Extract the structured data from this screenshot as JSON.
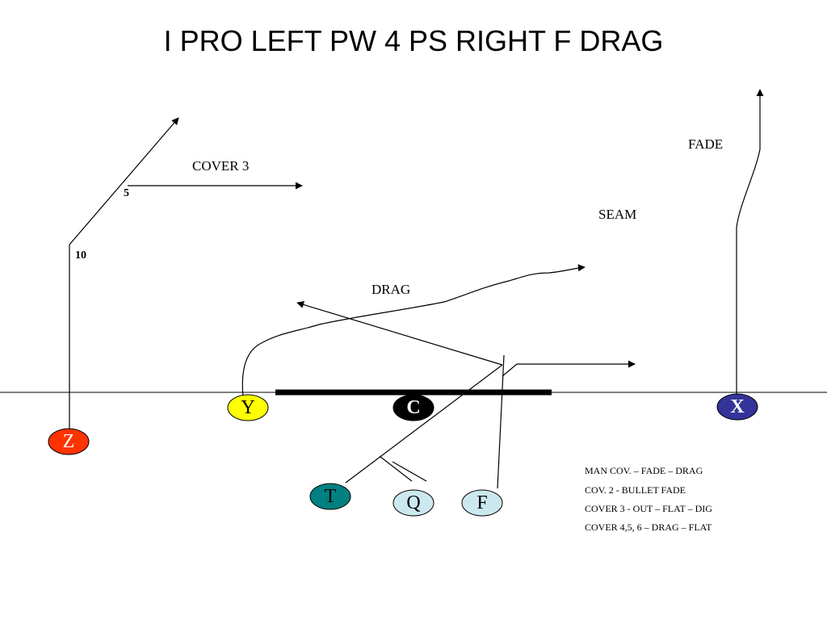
{
  "title": "I PRO LEFT PW 4 PS RIGHT F DRAG",
  "route_labels": {
    "fade": "FADE",
    "seam": "SEAM",
    "drag": "DRAG",
    "cover3": "COVER 3",
    "yard5": "5",
    "yard10": "10"
  },
  "players": {
    "Y": {
      "label": "Y",
      "fill": "#ffff00",
      "text": "#000000"
    },
    "C": {
      "label": "C",
      "fill": "#000000",
      "text": "#ffffff"
    },
    "X": {
      "label": "X",
      "fill": "#333399",
      "text": "#ffffff"
    },
    "Z": {
      "label": "Z",
      "fill": "#ff3300",
      "text": "#ffffff"
    },
    "T": {
      "label": "T",
      "fill": "#008080",
      "text": "#000000"
    },
    "Q": {
      "label": "Q",
      "fill": "#cce8ef",
      "text": "#000000"
    },
    "F": {
      "label": "F",
      "fill": "#cce8ef",
      "text": "#000000"
    }
  },
  "notes": [
    "MAN COV. – FADE – DRAG",
    "COV. 2  -    BULLET FADE",
    "COVER 3 - OUT – FLAT – DIG",
    "COVER 4,5, 6 – DRAG – FLAT"
  ]
}
